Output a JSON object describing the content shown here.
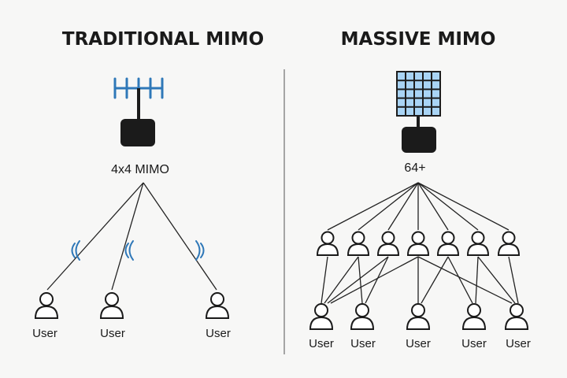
{
  "left": {
    "title": "TRADITIONAL MIMO",
    "antenna_label": "4x4 MIMO",
    "users": [
      {
        "label": "User"
      },
      {
        "label": "User"
      },
      {
        "label": "User"
      }
    ]
  },
  "right": {
    "title": "MASSIVE MIMO",
    "antenna_label": "64+",
    "users_top_count": 7,
    "users_bottom": [
      {
        "label": "User"
      },
      {
        "label": "User"
      },
      {
        "label": "User"
      },
      {
        "label": "User"
      },
      {
        "label": "User"
      }
    ]
  },
  "colors": {
    "antenna_blue": "#2f78b8",
    "panel_cell": "#a9d4f5",
    "panel_border": "#1d1d1d",
    "base_station": "#1b1b1b",
    "signal_wave": "#2f78b8"
  }
}
